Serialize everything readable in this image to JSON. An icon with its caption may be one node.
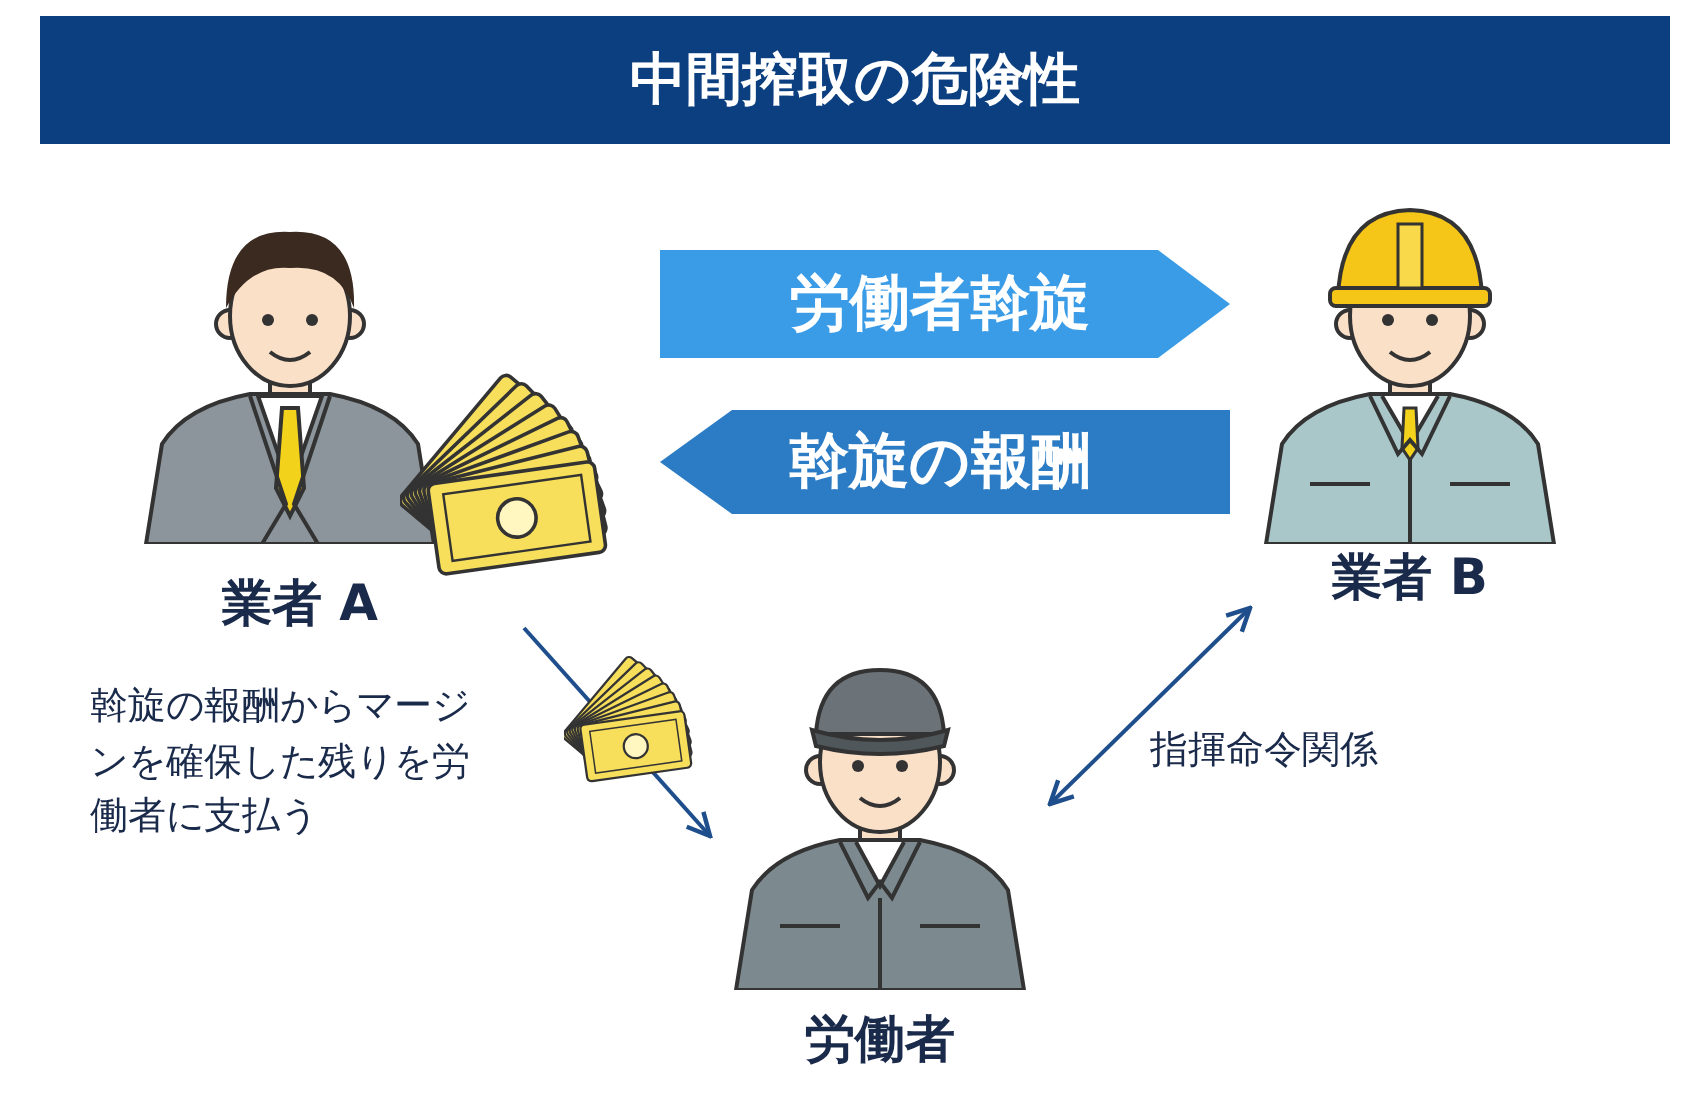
{
  "diagram": {
    "title": "中間搾取の危険性",
    "nodes": [
      {
        "text": [
          "業者 A"
        ]
      },
      {
        "text": [
          "業者 B"
        ]
      },
      {
        "text": [
          "労働者"
        ]
      }
    ],
    "edges": [
      {
        "from": 0,
        "to": 1,
        "arrow": "to",
        "label": "労働者斡旋",
        "style": "thick",
        "color": "#3a9be6"
      },
      {
        "from": 1,
        "to": 0,
        "arrow": "to",
        "label": "斡旋の報酬",
        "style": "thick",
        "color": "#2b7cc4"
      },
      {
        "from": 0,
        "to": 2,
        "arrow": "to",
        "label": "斡旋の報酬からマージンを確保した残りを労働者に支払う",
        "color": "#1f4e8c"
      },
      {
        "from": 1,
        "to": 2,
        "arrow": "both",
        "label": "指揮命令関係",
        "color": "#1f4e8c"
      }
    ]
  }
}
